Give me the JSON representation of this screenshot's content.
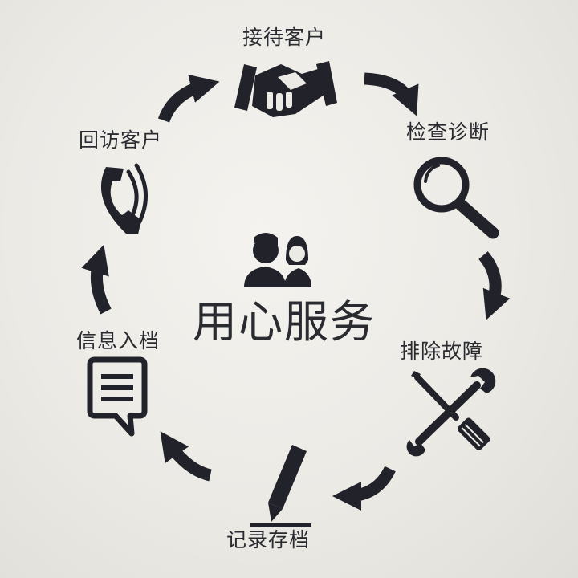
{
  "center": {
    "title": "用心服务",
    "icon": "customers-icon"
  },
  "steps": [
    {
      "label": "接待客户",
      "icon": "handshake-icon"
    },
    {
      "label": "检查诊断",
      "icon": "magnifier-icon"
    },
    {
      "label": "排除故障",
      "icon": "wrench-screwdriver-icon"
    },
    {
      "label": "记录存档",
      "icon": "pen-icon"
    },
    {
      "label": "信息入档",
      "icon": "document-message-icon"
    },
    {
      "label": "回访客户",
      "icon": "phone-icon"
    }
  ],
  "colors": {
    "ink": "#22232a",
    "wall": "#eceae5"
  }
}
